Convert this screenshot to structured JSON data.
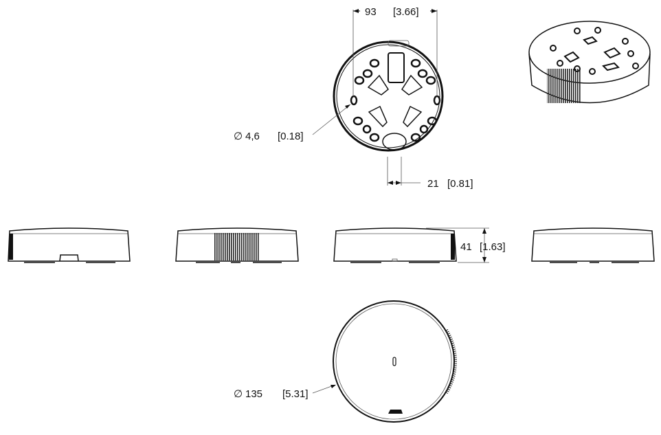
{
  "dimensions": {
    "width_mm": "93",
    "width_in": "[3.66]",
    "hole_symbol": "∅",
    "hole_mm": "4,6",
    "hole_in": "[0.18]",
    "slot_mm": "21",
    "slot_in": "[0.81]",
    "height_mm": "41",
    "height_in": "[1.63]",
    "diameter_symbol": "∅",
    "diameter_mm": "135",
    "diameter_in": "[5.31]"
  }
}
